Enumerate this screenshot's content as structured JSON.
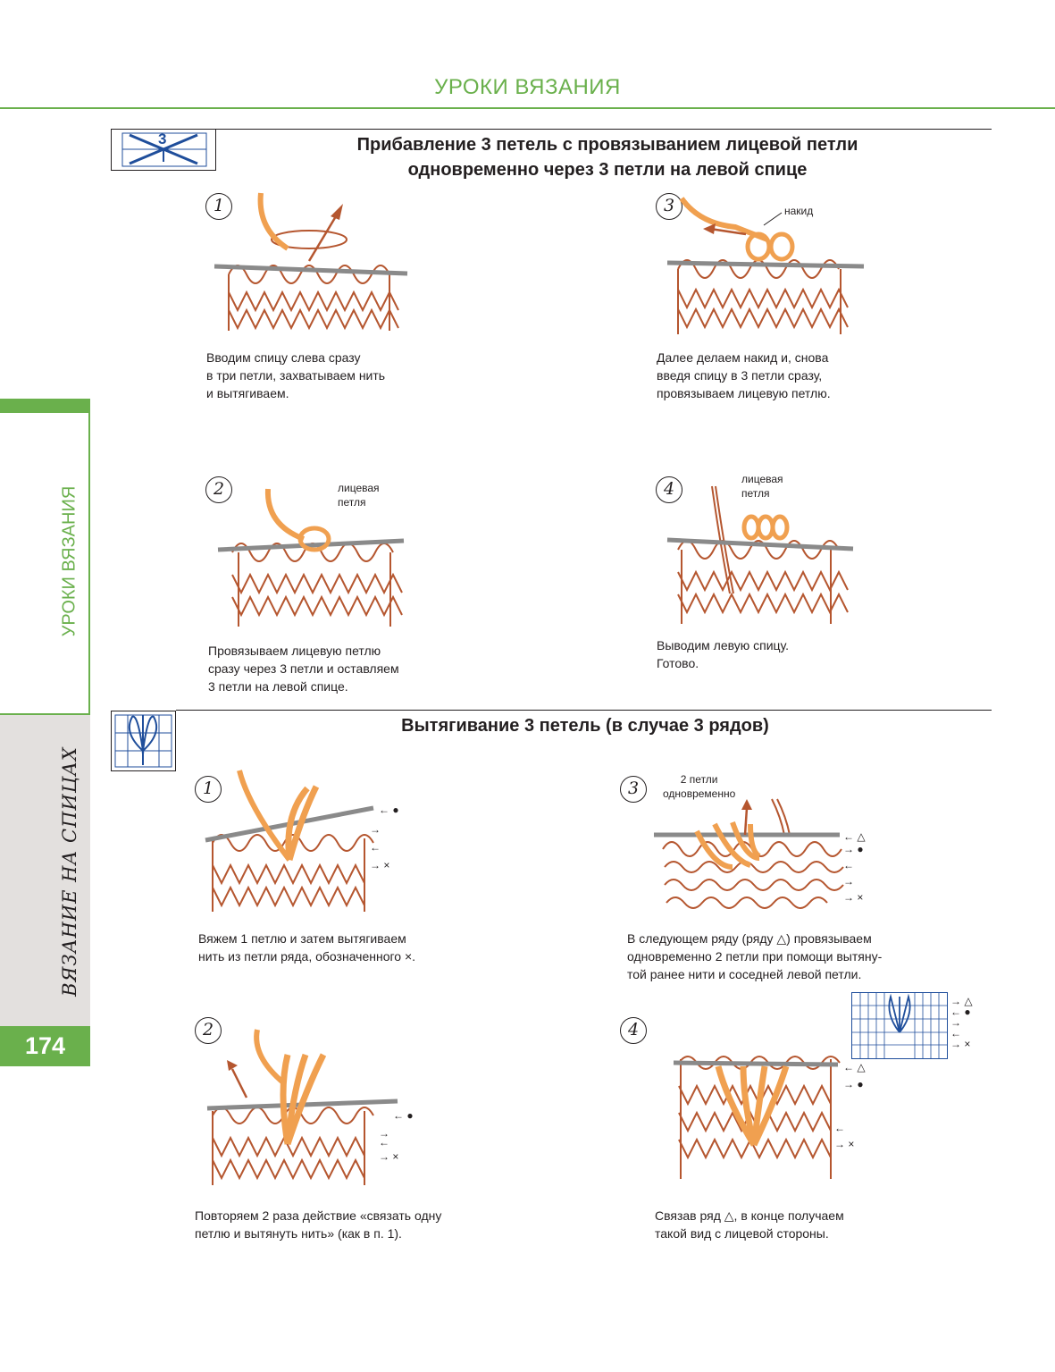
{
  "header": {
    "running_title": "УРОКИ ВЯЗАНИЯ"
  },
  "sidebar": {
    "section_label": "УРОКИ ВЯЗАНИЯ",
    "book_label": "ВЯЗАНИЕ НА СПИЦАХ",
    "page_number": "174"
  },
  "colors": {
    "accent_green": "#6ab04c",
    "yarn_orange": "#f0a050",
    "yarn_rust": "#b5562f",
    "chart_blue": "#1f4e9b",
    "sidebar_grey": "#e3e0de"
  },
  "section1": {
    "symbol_number": "3",
    "title_line1": "Прибавление 3 петель с провязыванием лицевой петли",
    "title_line2": "одновременно через 3 петли на левой спице",
    "steps": [
      {
        "num": "1",
        "caption": "Вводим спицу слева сразу\nв три петли, захватываем нить\nи вытягиваем."
      },
      {
        "num": "2",
        "caption": "Провязываем лицевую петлю\nсразу через 3 петли и оставляем\n3 петли на левой спице.",
        "callout": "лицевая\nпетля"
      },
      {
        "num": "3",
        "caption": "Далее делаем накид и, снова\nвведя спицу в 3 петли сразу,\nпровязываем лицевую петлю.",
        "callout": "накид"
      },
      {
        "num": "4",
        "caption": "Выводим левую спицу.\nГотово.",
        "callout": "лицевая\nпетля"
      }
    ]
  },
  "section2": {
    "title": "Вытягивание 3 петель (в случае 3 рядов)",
    "steps": [
      {
        "num": "1",
        "caption": "Вяжем 1 петлю и затем вытягиваем\nнить из петли ряда, обозначенного ×."
      },
      {
        "num": "2",
        "caption": "Повторяем 2 раза действие «связать одну\nпетлю и вытянуть нить» (как в п. 1)."
      },
      {
        "num": "3",
        "caption": "В следующем ряду (ряду △) провязываем\nодновременно 2 петли при помощи вытяну-\nтой ранее нити и соседней левой петли.",
        "callout": "2 петли\nодновременно"
      },
      {
        "num": "4",
        "caption": "Связав ряд △, в конце получаем\nтакой вид с лицевой стороны."
      }
    ],
    "row_marks": {
      "arrow_left": "←",
      "arrow_right": "→",
      "dot": "●",
      "triangle": "△",
      "cross": "×"
    }
  }
}
